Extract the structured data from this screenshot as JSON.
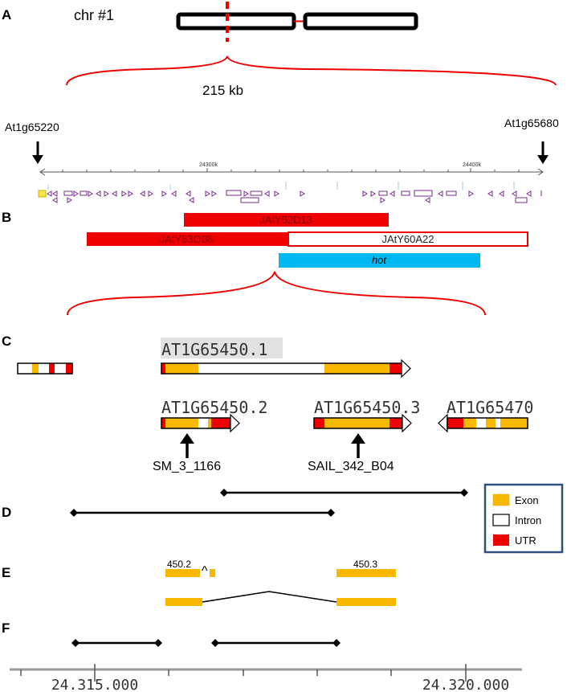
{
  "panels": {
    "a": "A",
    "b": "B",
    "c": "C",
    "d": "D",
    "e": "E",
    "f": "F"
  },
  "panel_a": {
    "chromosome": "chr #1",
    "region_size": "215 kb",
    "left_marker": "At1g65220",
    "right_marker": "At1g65680",
    "ruler_ticks": [
      "24300k",
      "24400k"
    ]
  },
  "panel_b": {
    "clones": [
      {
        "label": "JAtY52D13",
        "style": "filled"
      },
      {
        "label": "JAtY63O08",
        "style": "filled"
      },
      {
        "label": "JAtY60A22",
        "style": "outline"
      }
    ],
    "hot_region": "hot"
  },
  "panel_c": {
    "transcripts": [
      "AT1G65450.1",
      "AT1G65450.2",
      "AT1G65450.3",
      "AT1G65470"
    ],
    "insertions": [
      "SM_3_1166",
      "SAIL_342_B04"
    ]
  },
  "panel_e": {
    "label_left": "450.2",
    "caret": "^",
    "label_right": "450.3"
  },
  "axis": {
    "ticks": [
      "24.315.000",
      "24.320.000"
    ]
  },
  "legend": {
    "items": [
      {
        "label": "Exon",
        "color": "#f9b800"
      },
      {
        "label": "Intron",
        "color": "#ffffff"
      },
      {
        "label": "UTR",
        "color": "#ee0000"
      }
    ],
    "border_color": "#2f4f7f"
  },
  "colors": {
    "red": "#ee0000",
    "exon": "#f9b800",
    "hot": "#00b7ef",
    "purple": "#7a2a90"
  }
}
